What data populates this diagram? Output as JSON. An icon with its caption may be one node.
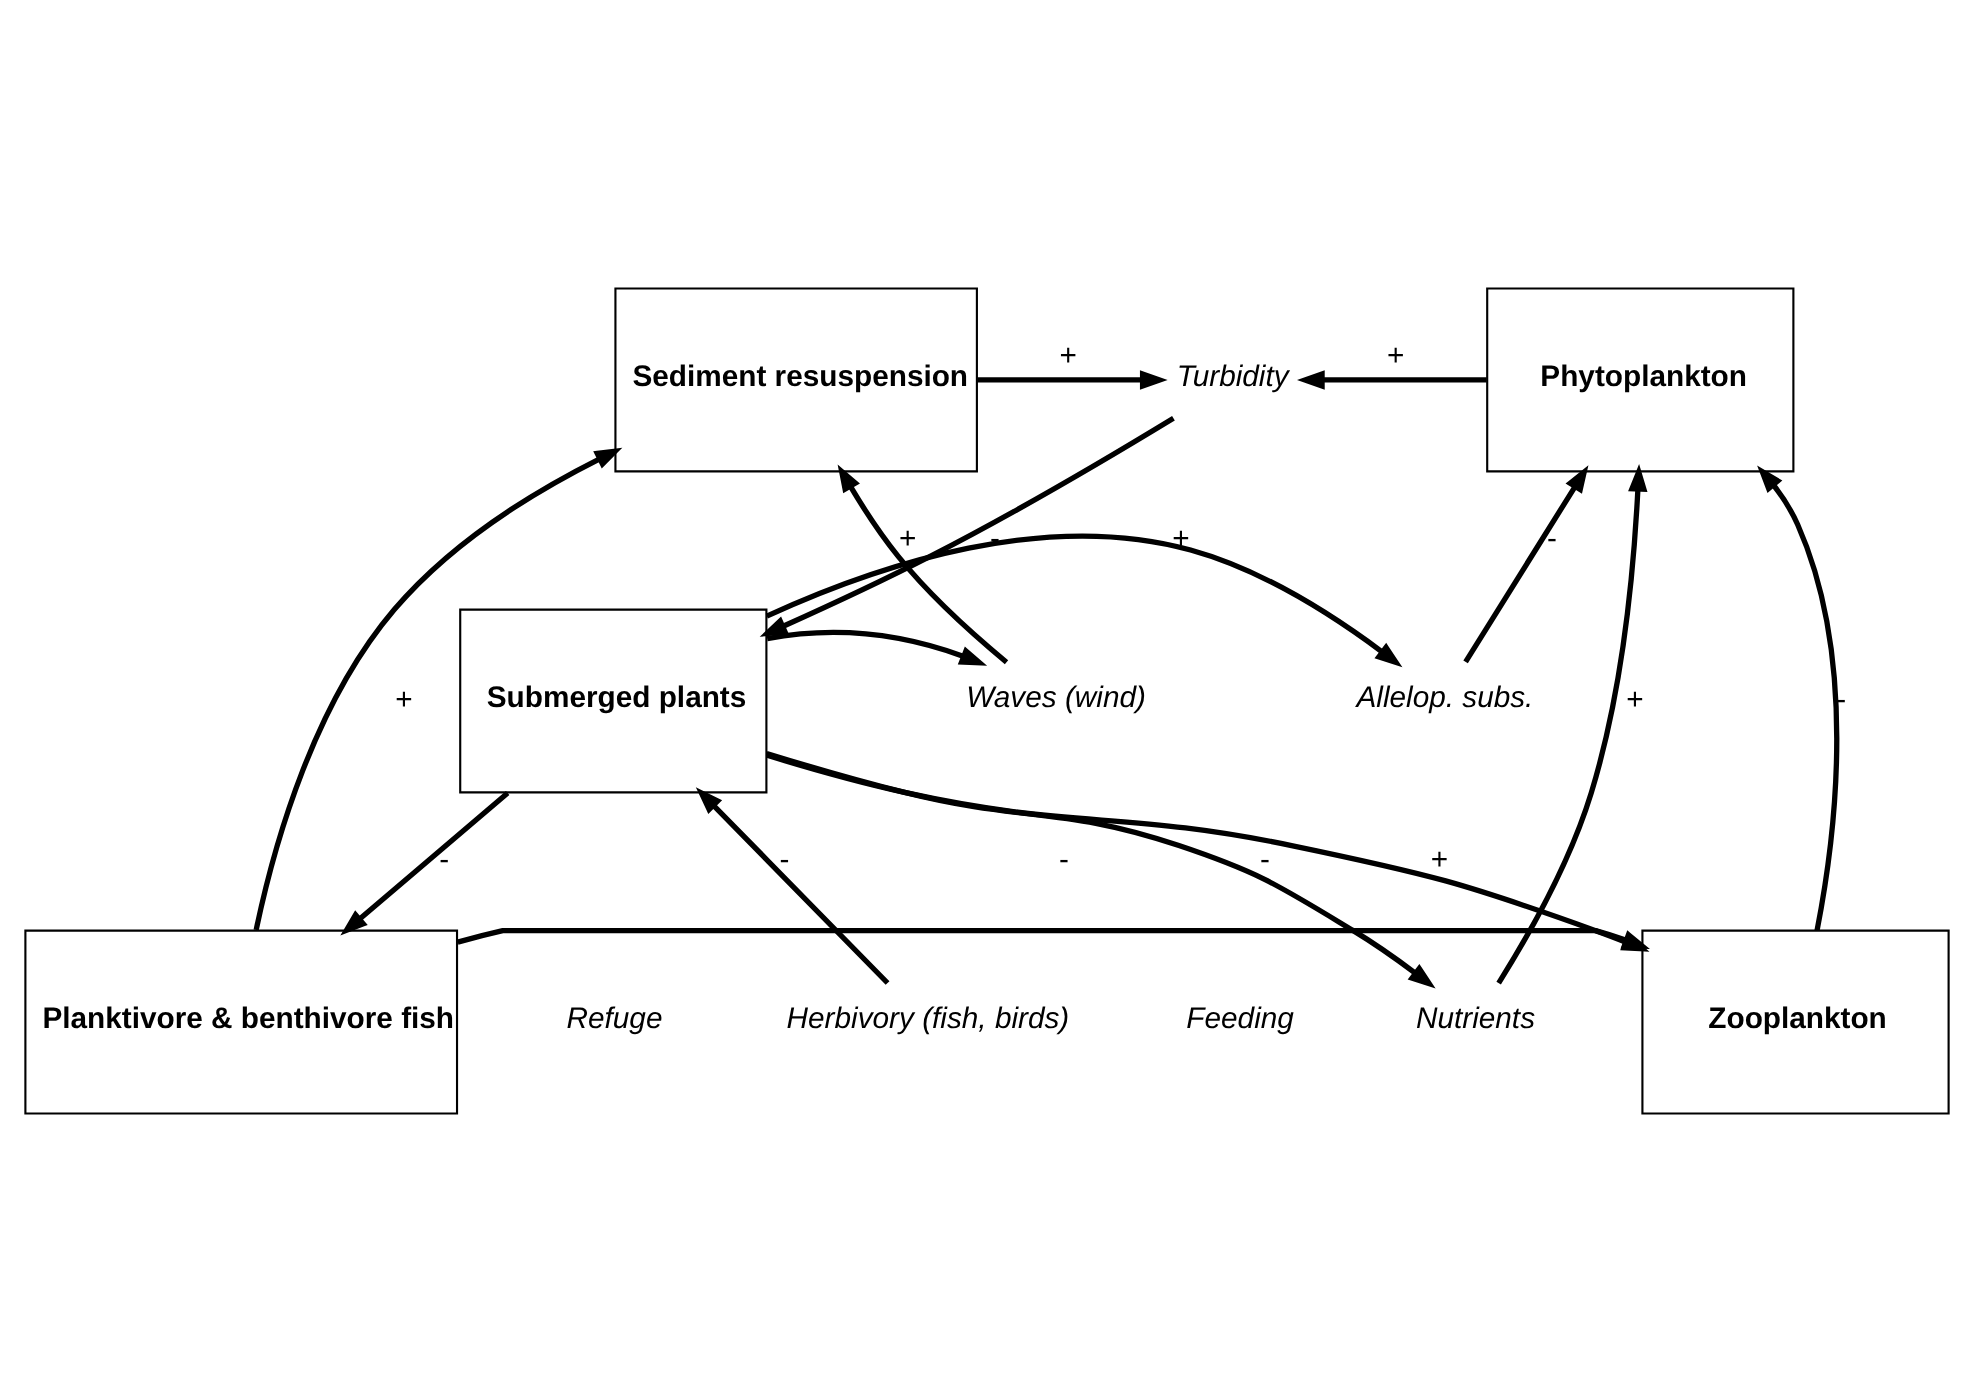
{
  "diagram": {
    "nodes": [
      {
        "text": [
          "Sediment resuspension"
        ]
      },
      {
        "text": [
          "Turbidity"
        ]
      },
      {
        "text": [
          "Phytoplankton"
        ]
      },
      {
        "text": [
          "Herbivory (fish, birds)"
        ]
      },
      {
        "text": [
          "Nutrients"
        ]
      },
      {
        "text": [
          "Submerged plants"
        ]
      },
      {
        "text": [
          "Waves (wind)"
        ]
      },
      {
        "text": [
          "Allelop. subs."
        ]
      },
      {
        "text": [
          "Planktivore & benthivore fish"
        ]
      },
      {
        "text": [
          "Zooplankton"
        ]
      }
    ],
    "edges": [
      {
        "from": 0,
        "to": 1,
        "arrow": "to",
        "label": "+"
      },
      {
        "from": 2,
        "to": 1,
        "arrow": "to",
        "label": "+"
      },
      {
        "from": 1,
        "to": 5,
        "arrow": "to",
        "label": "-"
      },
      {
        "from": 5,
        "to": 4,
        "arrow": "to",
        "label": "-"
      },
      {
        "from": 4,
        "to": 2,
        "arrow": "to",
        "label": "+"
      },
      {
        "from": 3,
        "to": 5,
        "arrow": "to",
        "label": "-"
      },
      {
        "from": 5,
        "to": 6,
        "arrow": "to"
      },
      {
        "from": 6,
        "to": 0,
        "arrow": "to",
        "label": "+"
      },
      {
        "from": 5,
        "to": 7,
        "arrow": "to",
        "label": "+"
      },
      {
        "from": 7,
        "to": 2,
        "arrow": "to",
        "label": "-"
      },
      {
        "from": 8,
        "to": 0,
        "arrow": "to",
        "label": "+"
      },
      {
        "from": 5,
        "to": 8,
        "arrow": "to",
        "label": "-"
      },
      {
        "from": 5,
        "to": 9,
        "arrow": "to",
        "label": "+"
      },
      {
        "from": 9,
        "to": 2,
        "arrow": "to",
        "label": "-"
      },
      {
        "from": 8,
        "to": 9,
        "arrow": "to",
        "label": "-"
      }
    ],
    "labels": [
      "Feeding",
      "Refuge"
    ]
  }
}
